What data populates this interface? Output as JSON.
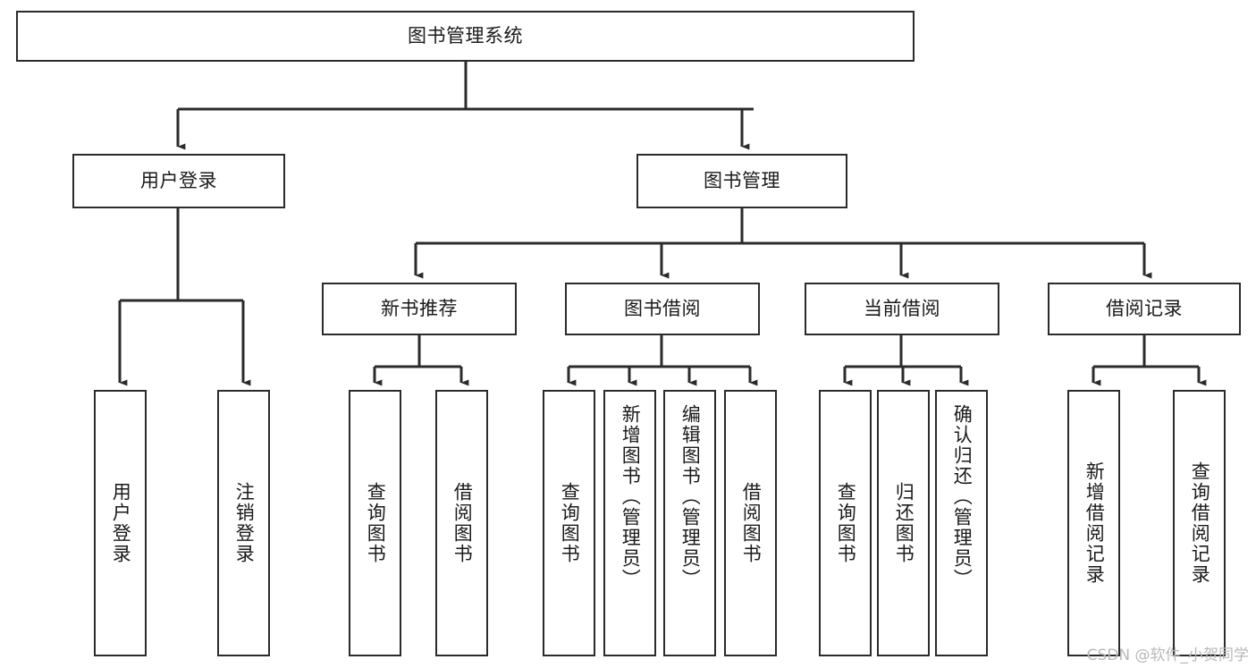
{
  "diagram": {
    "type": "tree",
    "title": "图书管理系统",
    "watermark": "CSDN @软件_小贺同学",
    "colors": {
      "background": "#ffffff",
      "box_border": "#2b2b2b",
      "box_fill": "#ffffff",
      "edge": "#2b2b2b",
      "text": "#1a1a1a",
      "watermark": "#b9b9b9"
    },
    "nodes": {
      "root": {
        "label": "图书管理系统",
        "orientation": "horizontal",
        "level": 1
      },
      "user_login": {
        "label": "用户登录",
        "orientation": "horizontal",
        "level": 2
      },
      "book_manage": {
        "label": "图书管理",
        "orientation": "horizontal",
        "level": 2
      },
      "new_book_rec": {
        "label": "新书推荐",
        "orientation": "horizontal",
        "level": 3
      },
      "book_borrow": {
        "label": "图书借阅",
        "orientation": "horizontal",
        "level": 3
      },
      "current_borrow": {
        "label": "当前借阅",
        "orientation": "horizontal",
        "level": 3
      },
      "borrow_record": {
        "label": "借阅记录",
        "orientation": "horizontal",
        "level": 3
      },
      "leaf_user_login": {
        "label": "用户登录",
        "orientation": "vertical",
        "level": 4
      },
      "leaf_logout": {
        "label": "注销登录",
        "orientation": "vertical",
        "level": 4
      },
      "leaf_query_book_1": {
        "label": "查询图书",
        "orientation": "vertical",
        "level": 4
      },
      "leaf_borrow_book_1": {
        "label": "借阅图书",
        "orientation": "vertical",
        "level": 4
      },
      "leaf_query_book_2": {
        "label": "查询图书",
        "orientation": "vertical",
        "level": 4
      },
      "leaf_add_book": {
        "label": "新增图书（管理员）",
        "orientation": "vertical",
        "level": 4
      },
      "leaf_edit_book": {
        "label": "编辑图书（管理员）",
        "orientation": "vertical",
        "level": 4
      },
      "leaf_borrow_book_2": {
        "label": "借阅图书",
        "orientation": "vertical",
        "level": 4
      },
      "leaf_query_book_3": {
        "label": "查询图书",
        "orientation": "vertical",
        "level": 4
      },
      "leaf_return_book": {
        "label": "归还图书",
        "orientation": "vertical",
        "level": 4
      },
      "leaf_confirm_return": {
        "label": "确认归还（管理员）",
        "orientation": "vertical",
        "level": 4
      },
      "leaf_add_record": {
        "label": "新增借阅记录",
        "orientation": "vertical",
        "level": 4
      },
      "leaf_query_record": {
        "label": "查询借阅记录",
        "orientation": "vertical",
        "level": 4
      }
    },
    "edges": [
      {
        "from": "root",
        "to": "user_login"
      },
      {
        "from": "root",
        "to": "book_manage"
      },
      {
        "from": "book_manage",
        "to": "new_book_rec"
      },
      {
        "from": "book_manage",
        "to": "book_borrow"
      },
      {
        "from": "book_manage",
        "to": "current_borrow"
      },
      {
        "from": "book_manage",
        "to": "borrow_record"
      },
      {
        "from": "user_login",
        "to": "leaf_user_login"
      },
      {
        "from": "user_login",
        "to": "leaf_logout"
      },
      {
        "from": "new_book_rec",
        "to": "leaf_query_book_1"
      },
      {
        "from": "new_book_rec",
        "to": "leaf_borrow_book_1"
      },
      {
        "from": "book_borrow",
        "to": "leaf_query_book_2"
      },
      {
        "from": "book_borrow",
        "to": "leaf_add_book"
      },
      {
        "from": "book_borrow",
        "to": "leaf_edit_book"
      },
      {
        "from": "book_borrow",
        "to": "leaf_borrow_book_2"
      },
      {
        "from": "current_borrow",
        "to": "leaf_query_book_3"
      },
      {
        "from": "current_borrow",
        "to": "leaf_return_book"
      },
      {
        "from": "current_borrow",
        "to": "leaf_confirm_return"
      },
      {
        "from": "borrow_record",
        "to": "leaf_add_record"
      },
      {
        "from": "borrow_record",
        "to": "leaf_query_record"
      }
    ]
  }
}
